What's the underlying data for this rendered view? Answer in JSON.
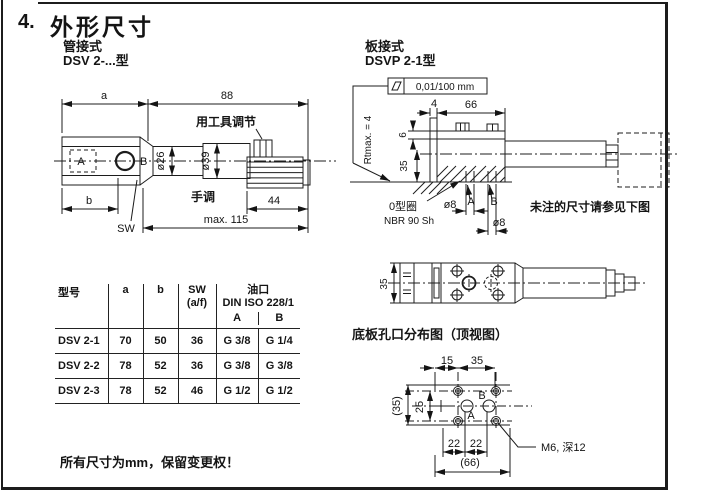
{
  "page": {
    "section_no": "4.",
    "title": "外形尺寸",
    "footer": "所有尺寸为mm，保留变更权！"
  },
  "pipe": {
    "type_label": "管接式",
    "model_label": "DSV 2-...型",
    "dims": {
      "a": "a",
      "d88": "88",
      "d44": "44",
      "b": "b",
      "max115": "max. 115",
      "dia26": "ø26",
      "dia39": "ø39",
      "sw": "SW"
    },
    "labels": {
      "tool_adjust": "用工具调节",
      "manual_adjust": "手调",
      "port_a": "A",
      "port_b": "B"
    }
  },
  "plate": {
    "type_label": "板接式",
    "model_label": "DSVP 2-1型",
    "flatness": "0,01/100 mm",
    "dims": {
      "rtmax": "Rtmax. = 4",
      "d4": "4",
      "d66": "66",
      "d6": "6",
      "d35": "35",
      "dia8_a": "ø8",
      "dia8_b": "ø8",
      "top35": "35"
    },
    "labels": {
      "port_a": "A",
      "port_b": "B",
      "oring1": "0型圈",
      "oring2": "NBR 90 Sh",
      "note": "未注的尺寸请参见下图"
    }
  },
  "holes": {
    "title": "底板孔口分布图（顶视图）",
    "dims": {
      "d15": "15",
      "d35": "35",
      "p35": "(35)",
      "d25": "25",
      "d22a": "22",
      "d22b": "22",
      "p66": "(66)"
    },
    "labels": {
      "port_a": "A",
      "port_b": "B",
      "thread": "M6, 深12"
    }
  },
  "table": {
    "headers": {
      "model": "型号",
      "a": "a",
      "b": "b",
      "sw_line1": "SW",
      "sw_line2": "(a/f)",
      "oil_line1": "油口",
      "oil_line2": "DIN ISO 228/1",
      "sub_a": "A",
      "sub_b": "B"
    },
    "rows": [
      {
        "model": "DSV 2-1",
        "a": "70",
        "b": "50",
        "sw": "36",
        "port_a": "G 3/8",
        "port_b": "G 1/4"
      },
      {
        "model": "DSV 2-2",
        "a": "78",
        "b": "52",
        "sw": "36",
        "port_a": "G 3/8",
        "port_b": "G 3/8"
      },
      {
        "model": "DSV 2-3",
        "a": "78",
        "b": "52",
        "sw": "46",
        "port_a": "G 1/2",
        "port_b": "G 1/2"
      }
    ]
  }
}
